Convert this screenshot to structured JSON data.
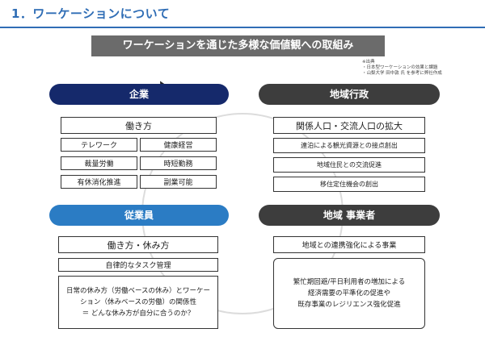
{
  "slide": {
    "title": "1．ワーケーションについて",
    "banner": "ワーケーションを通じた多様な価値観への取組み",
    "source": [
      "※出典",
      "・日本型ワーケーションの効果と課題",
      "・山梨大学 田中敦 氏 を参考に弊社作成"
    ]
  },
  "kigyo": {
    "header": "企業",
    "main": "働き方",
    "items": [
      "テレワーク",
      "健康経営",
      "裁量労働",
      "時短勤務",
      "有休消化推進",
      "副業可能"
    ]
  },
  "chiiki": {
    "header": "地域行政",
    "main": "関係人口・交流人口の拡大",
    "items": [
      "連泊による観光資源との接点創出",
      "地域住民との交流促進",
      "移住定住機会の創出"
    ]
  },
  "jugyoin": {
    "header": "従業員",
    "main": "働き方・休み方",
    "sub": "自律的なタスク管理",
    "note": [
      "日常の休み方（労働ベースの休み）とワーケー",
      "ション（休みベースの労働）の関係性",
      "＝ どんな休み方が自分に合うのか？"
    ]
  },
  "jigyosha": {
    "header": "地域 事業者",
    "main": "地域との連携強化による事業",
    "note": [
      "繁忙期回避/平日利用者の増加による",
      "経済需要の平準化の促進や",
      "既存事業のレジリエンス強化促進"
    ]
  },
  "colors": {
    "accent": "#2f6db5",
    "navy": "#15296b",
    "dark_gray": "#3d3d3d",
    "light_blue": "#2b7cc4"
  }
}
